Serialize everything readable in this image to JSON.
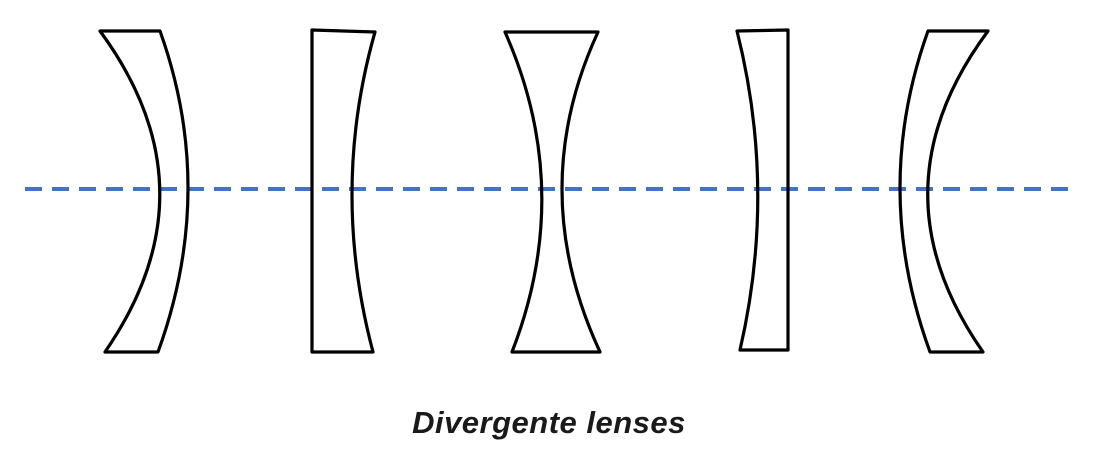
{
  "caption": {
    "text": "Divergente lenses"
  },
  "colors": {
    "axis": "#4472C4",
    "lens_outline": "#000000",
    "background": "#FFFFFF"
  },
  "axis": {
    "style": "dashed",
    "orientation": "horizontal"
  },
  "lenses": [
    {
      "name": "negative-meniscus-concave-left"
    },
    {
      "name": "plano-concave"
    },
    {
      "name": "biconcave"
    },
    {
      "name": "concave-plano"
    },
    {
      "name": "negative-meniscus-concave-right"
    }
  ]
}
